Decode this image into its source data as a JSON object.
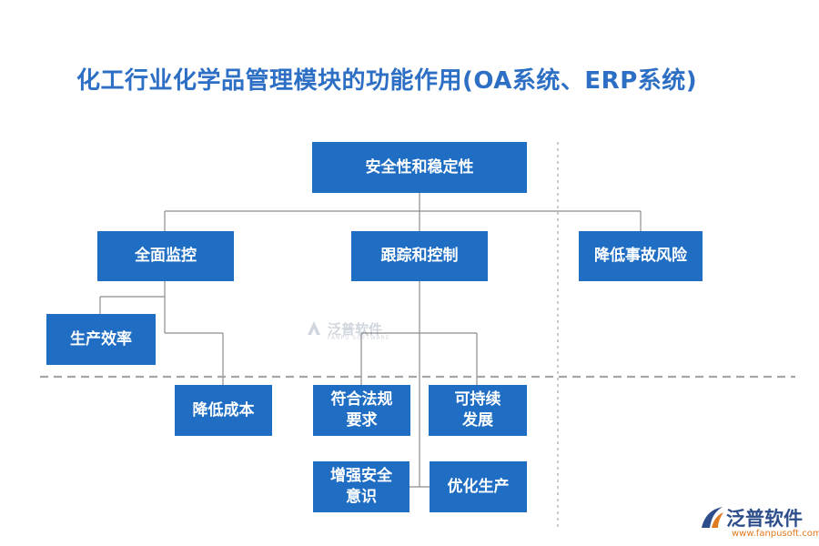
{
  "title": "化工行业化学品管理模块的功能作用(OA系统、ERP系统)",
  "nodes": {
    "root": "安全性和稳定性",
    "monitor": "全面监控",
    "track": "跟踪和控制",
    "risk": "降低事故风险",
    "efficiency": "生产效率",
    "cost": "降低成本",
    "compliance": [
      "符合法规",
      "要求"
    ],
    "sustainable": [
      "可持续",
      "发展"
    ],
    "awareness": [
      "增强安全",
      "意识"
    ],
    "optimize": "优化生产"
  },
  "watermark": {
    "text": "泛普软件",
    "sub": "FANPU SOFTWARE"
  },
  "logo": {
    "name": "泛普软件",
    "url": "www.fanpusoft.com"
  },
  "colors": {
    "box": "#1f6ec3",
    "title": "#2d6fc4",
    "connector": "#8c8c8c",
    "divider": "#a6a6a6"
  }
}
